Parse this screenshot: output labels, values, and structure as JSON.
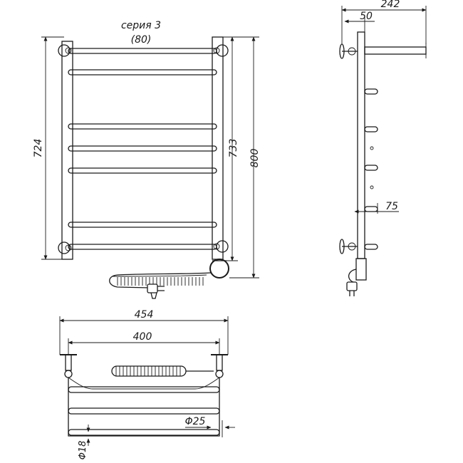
{
  "labels": {
    "series": "серия 3",
    "series_sub": "(80)"
  },
  "dimensions": {
    "front_height_724": "724",
    "front_height_733": "733",
    "front_height_800": "800",
    "side_depth_242": "242",
    "side_depth_50": "50",
    "side_depth_75": "75",
    "top_width_454": "454",
    "top_width_400": "400",
    "top_diameter_25": "Φ25",
    "top_diameter_18": "Φ18"
  },
  "colors": {
    "line": "#1a1a1a",
    "background": "#ffffff"
  }
}
